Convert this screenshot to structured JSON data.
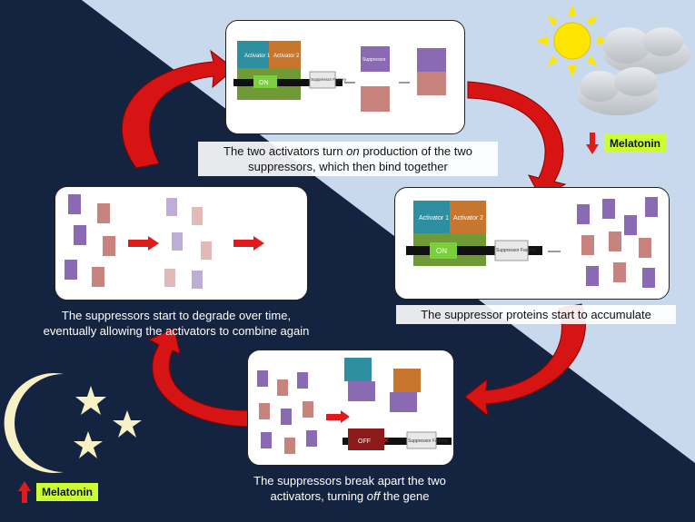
{
  "steps": [
    {
      "id": "top",
      "caption_pre": "The two activators turn ",
      "caption_em": "on",
      "caption_post": " production of the two suppressors, which then bind together"
    },
    {
      "id": "right",
      "caption": "The suppressor proteins start to accumulate"
    },
    {
      "id": "bottom",
      "caption_pre": "The suppressors break apart the two activators, turning ",
      "caption_em": "off",
      "caption_post": " the gene"
    },
    {
      "id": "left",
      "caption": "The suppressors start to degrade over time, eventually allowing the activators to combine again"
    }
  ],
  "melatonin": {
    "day": {
      "label": "Melatonin",
      "direction": "down"
    },
    "night": {
      "label": "Melatonin",
      "direction": "up"
    }
  },
  "puzzle_labels": {
    "activator1": "Activator 1",
    "activator2": "Activator 2",
    "on": "ON",
    "off": "OFF",
    "factory": "Suppressor Factory",
    "suppressor": "Suppressor"
  },
  "colors": {
    "night": "#14233f",
    "day": "#c8d9ee",
    "arrow": "#e01b1b",
    "melatonin_label": "#ccff33",
    "activator1": "#2e8fa0",
    "activator2": "#c8762e",
    "gene_green": "#6f9a36",
    "suppressor_purple": "#8a6bb3",
    "suppressor_pink": "#c9837e"
  }
}
